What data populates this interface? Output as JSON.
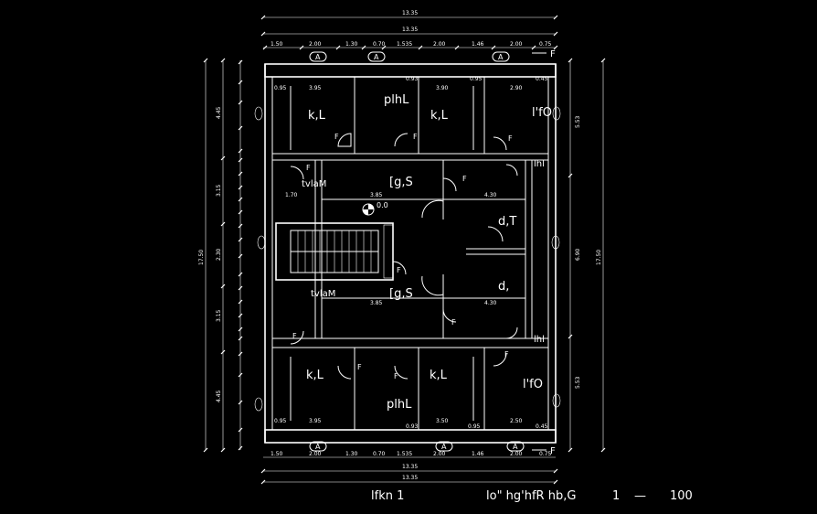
{
  "overall": {
    "width_top": "13.35",
    "width_mid": "13.35",
    "width_bottom_1": "13.35",
    "width_bottom_2": "13.35",
    "height_left": "17.50",
    "height_right": "17.50"
  },
  "top_dims": [
    "1.50",
    "2.00",
    "1.30",
    "0.70",
    "1.535",
    "2.00",
    "1.46",
    "2.00",
    "0.75"
  ],
  "bottom_dims": [
    "1.50",
    "2.00",
    "1.30",
    "0.70",
    "1.535",
    "2.00",
    "1.46",
    "2.00",
    "0.75"
  ],
  "inner_top_dims": [
    "0.95",
    "3.95",
    "0.93",
    "3.90",
    "2.90",
    "0.95",
    "0.45"
  ],
  "inner_bottom_dims": [
    "0.95",
    "3.95",
    "0.93",
    "3.50",
    "0.95",
    "0.45",
    "2.50"
  ],
  "left_dims": [
    "4.45",
    "3.15",
    "2.30",
    "3.15",
    "4.45"
  ],
  "right_dims": [
    "5.53",
    "6.90",
    "5.53"
  ],
  "mid_dims": [
    "1.70",
    "3.85",
    "4.30",
    "4.30",
    "3.85"
  ],
  "rooms": {
    "bedroom_tl": "k,L",
    "bedroom_tc": "k,L",
    "bedroom_bl": "k,L",
    "bedroom_bc": "k,L",
    "kitchen_top": "plhL",
    "kitchen_bottom": "plhL",
    "office_top": "l'fO",
    "office_bottom": "l'fO",
    "hall_top": "[g,S",
    "hall_bottom": "[g,S",
    "wc_top": "tvlaM",
    "wc_bottom": "tvlaM",
    "dining": "d,T",
    "dining_bottom": "d,",
    "bath_right_top": "lhl",
    "bath_right_bottom": "lhl",
    "level": "0.0"
  },
  "markers": {
    "a": "A",
    "f": "F"
  },
  "footer": {
    "left": "lfkn 1",
    "right": "lo\" hg'hfR hb,G",
    "scale_a": "1",
    "scale_sep": "—",
    "scale_b": "100"
  }
}
